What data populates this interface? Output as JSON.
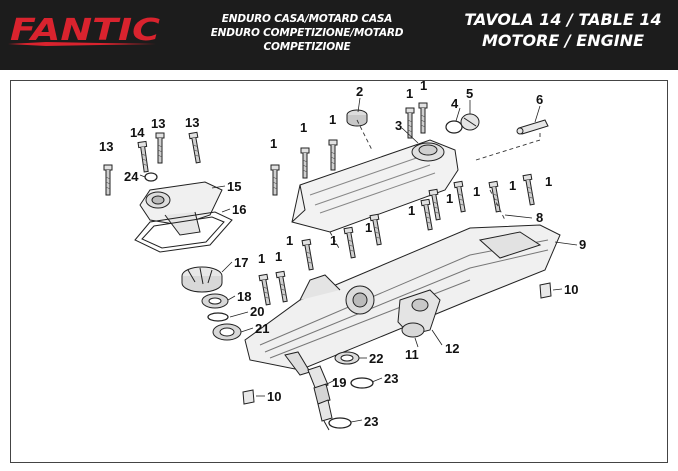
{
  "header": {
    "brand": "FANTIC",
    "models": [
      "ENDURO CASA/MOTARD CASA",
      "ENDURO COMPETIZIONE/MOTARD COMPETIZIONE"
    ],
    "table_title": [
      "TAVOLA 14  /  TABLE 14",
      "MOTORE  /  ENGINE"
    ]
  },
  "colors": {
    "header_bg": "#1c1c1c",
    "brand_red": "#d9232e",
    "line": "#222222"
  },
  "callouts": [
    "1",
    "2",
    "3",
    "4",
    "5",
    "6",
    "8",
    "9",
    "10",
    "11",
    "12",
    "13",
    "14",
    "15",
    "16",
    "17",
    "18",
    "19",
    "20",
    "21",
    "22",
    "23",
    "24"
  ]
}
